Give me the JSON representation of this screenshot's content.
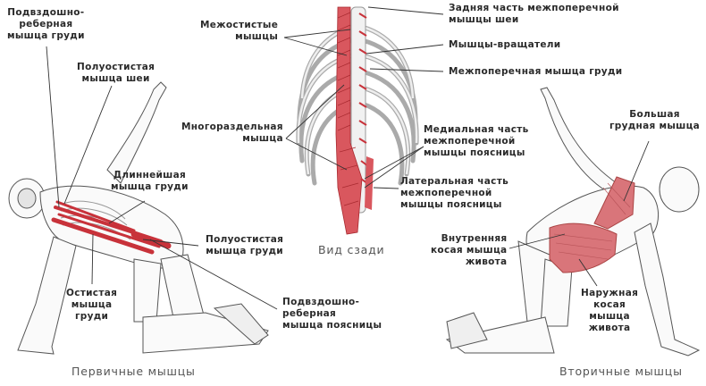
{
  "figure": {
    "captions": {
      "primary": "Первичные мышцы",
      "back_view": "Вид сзади",
      "secondary": "Вторичные мышцы"
    },
    "colors": {
      "muscle_primary": "#c8323a",
      "muscle_secondary": "#d9757a",
      "outline": "#444444",
      "label_text": "#2a2a2a"
    },
    "left_figure_labels": {
      "iliocostalis_thoracis": [
        "Подвздошно-",
        "реберная",
        "мышца груди"
      ],
      "semispinalis_cervicis": [
        "Полуостистая",
        "мышца шеи"
      ],
      "longissimus_thoracis": [
        "Длиннейшая",
        "мышца груди"
      ],
      "semispinalis_thoracis": [
        "Полуостистая",
        "мышца груди"
      ],
      "spinalis_thoracis": [
        "Остистая",
        "мышца",
        "груди"
      ],
      "iliocostalis_lumborum": [
        "Подвздошно-",
        "реберная",
        "мышца поясницы"
      ]
    },
    "spine_labels": {
      "interspinales": [
        "Межостистые",
        "мышцы"
      ],
      "multifidus": [
        "Многораздельная",
        "мышца"
      ],
      "posterior_intertransversarii_cervicis": [
        "Задняя часть межпоперечной",
        "мышцы шеи"
      ],
      "rotatores": [
        "Мышцы-вращатели"
      ],
      "intertransversarii_thoracis": [
        "Межпоперечная мышца груди"
      ],
      "medial_intertransversarii_lumborum": [
        "Медиальная часть",
        "межпоперечной",
        "мышцы поясницы"
      ],
      "lateral_intertransversarii_lumborum": [
        "Латеральная часть",
        "межпоперечной",
        "мышцы поясницы"
      ]
    },
    "right_figure_labels": {
      "pectoralis_major": [
        "Большая",
        "грудная мышца"
      ],
      "internal_oblique": [
        "Внутренняя",
        "косая мышца",
        "живота"
      ],
      "external_oblique": [
        "Наружная",
        "косая",
        "мышца",
        "живота"
      ]
    }
  }
}
